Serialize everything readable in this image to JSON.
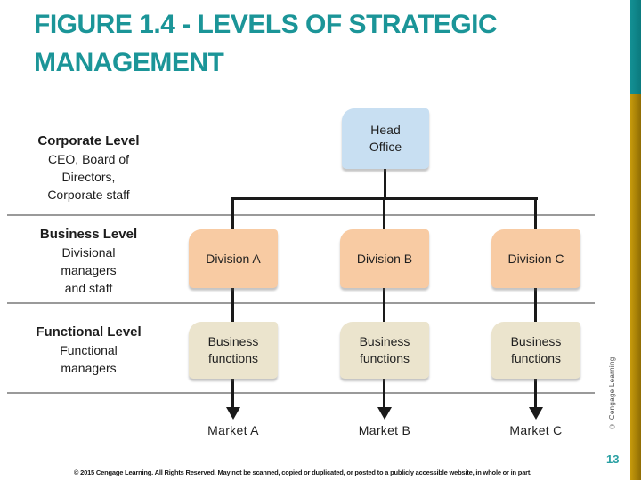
{
  "title": {
    "line1": "FIGURE 1.4 - LEVELS OF STRATEGIC",
    "line2": "MANAGEMENT"
  },
  "levels": [
    {
      "title": "Corporate Level",
      "lines": [
        "CEO, Board of",
        "Directors,",
        "Corporate staff"
      ]
    },
    {
      "title": "Business Level",
      "lines": [
        "Divisional",
        "managers",
        "and staff"
      ]
    },
    {
      "title": "Functional Level",
      "lines": [
        "Functional",
        "managers"
      ]
    }
  ],
  "org": {
    "root": {
      "line1": "Head",
      "line2": "Office"
    },
    "divisions": [
      "Division A",
      "Division B",
      "Division C"
    ],
    "functions": [
      "Business functions",
      "Business functions",
      "Business functions"
    ],
    "markets": [
      "Market A",
      "Market B",
      "Market C"
    ]
  },
  "footer": {
    "copyright": "© 2015 Cengage Learning. All Rights Reserved. May not be scanned, copied or duplicated, or posted to a publicly accessible website, in whole or in part.",
    "page_number": "13",
    "credit": "© Cengage Learning"
  },
  "colors": {
    "accent_teal": "#1b9598",
    "bar_teal": "#119094",
    "bar_gold": "#c0940a",
    "box_blue": "#c8dff2",
    "box_peach": "#f8cba3",
    "box_beige": "#ebe4cd",
    "divider_gray": "#9a9a9a",
    "line_black": "#1a1a1a",
    "page_number_teal": "#2aa0a3"
  }
}
